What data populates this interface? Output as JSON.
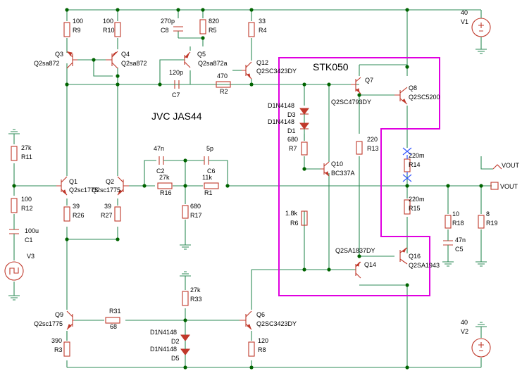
{
  "title": "JVC JAS44",
  "module_label": "STK050",
  "components": [
    {
      "ref": "R9",
      "value": "100"
    },
    {
      "ref": "R10",
      "value": "100"
    },
    {
      "ref": "C8",
      "value": "270p"
    },
    {
      "ref": "R5",
      "value": "820"
    },
    {
      "ref": "R4",
      "value": "33"
    },
    {
      "ref": "V1",
      "value": "40"
    },
    {
      "ref": "Q3",
      "value": "Q2sa872"
    },
    {
      "ref": "Q4",
      "value": "Q2sa872"
    },
    {
      "ref": "Q5",
      "value": "Q2sa872a"
    },
    {
      "ref": "Q12",
      "value": "Q2SC3423DY"
    },
    {
      "ref": "C7",
      "value": "120p"
    },
    {
      "ref": "R2",
      "value": "470"
    },
    {
      "ref": "Q7",
      "value": "Q2SC4793DY"
    },
    {
      "ref": "Q8",
      "value": "Q2SC5200"
    },
    {
      "ref": "D3",
      "value": "D1N4148"
    },
    {
      "ref": "D1",
      "value": "D1N4148"
    },
    {
      "ref": "R7",
      "value": "680"
    },
    {
      "ref": "R13",
      "value": "220"
    },
    {
      "ref": "R14",
      "value": "220m"
    },
    {
      "ref": "Q10",
      "value": "BC337A"
    },
    {
      "ref": "R11",
      "value": "27k"
    },
    {
      "ref": "C2",
      "value": "47n"
    },
    {
      "ref": "C6",
      "value": "5p"
    },
    {
      "ref": "R16",
      "value": "27k"
    },
    {
      "ref": "R1",
      "value": "11k"
    },
    {
      "ref": "Q1",
      "value": "Q2sc1775"
    },
    {
      "ref": "Q2",
      "value": "Q2sc1775"
    },
    {
      "ref": "R12",
      "value": "100"
    },
    {
      "ref": "R26",
      "value": "39"
    },
    {
      "ref": "R27",
      "value": "39"
    },
    {
      "ref": "R17",
      "value": "680"
    },
    {
      "ref": "R15",
      "value": "220m"
    },
    {
      "ref": "C1",
      "value": "100u"
    },
    {
      "ref": "V3",
      "value": ""
    },
    {
      "ref": "R6",
      "value": "1.8k"
    },
    {
      "ref": "R18",
      "value": "10"
    },
    {
      "ref": "R19",
      "value": "8"
    },
    {
      "ref": "C5",
      "value": "47n"
    },
    {
      "ref": "Q14",
      "value": "Q2SA1837DY"
    },
    {
      "ref": "Q16",
      "value": "Q2SA1943"
    },
    {
      "ref": "R33",
      "value": "27k"
    },
    {
      "ref": "Q9",
      "value": "Q2sc1775"
    },
    {
      "ref": "R31",
      "value": "68"
    },
    {
      "ref": "Q6",
      "value": "Q2SC3423DY"
    },
    {
      "ref": "D2",
      "value": "D1N4148"
    },
    {
      "ref": "D5",
      "value": "D1N4148"
    },
    {
      "ref": "R3",
      "value": "390"
    },
    {
      "ref": "R8",
      "value": "120"
    },
    {
      "ref": "V2",
      "value": "40"
    }
  ],
  "labels": {
    "R9": "R9",
    "R9v": "100",
    "R10": "R10",
    "R10v": "100",
    "C8": "C8",
    "C8v": "270p",
    "R5": "R5",
    "R5v": "820",
    "R4": "R4",
    "R4v": "33",
    "V1": "V1",
    "V1v": "40",
    "Q3": "Q3",
    "Q3v": "Q2sa872",
    "Q4": "Q4",
    "Q4v": "Q2sa872",
    "Q5": "Q5",
    "Q5v": "Q2sa872a",
    "Q12": "Q12",
    "Q12v": "Q2SC3423DY",
    "C7": "C7",
    "C7v": "120p",
    "R2": "R2",
    "R2v": "470",
    "Q7": "Q7",
    "Q7v": "Q2SC4793DY",
    "Q8": "Q8",
    "Q8v": "Q2SC5200",
    "D3": "D3",
    "D3v": "D1N4148",
    "D1": "D1",
    "D1v": "D1N4148",
    "R7": "R7",
    "R7v": "680",
    "R13": "R13",
    "R13v": "220",
    "R14": "R14",
    "R14v": "220m",
    "Q10": "Q10",
    "Q10v": "BC337A",
    "R11": "R11",
    "R11v": "27k",
    "C2": "C2",
    "C2v": "47n",
    "C6": "C6",
    "C6v": "5p",
    "R16": "R16",
    "R16v": "27k",
    "R1": "R1",
    "R1v": "11k",
    "Q1": "Q1",
    "Q1v": "Q2sc1775",
    "Q2": "Q2",
    "Q2v": "Q2sc1775",
    "R12": "R12",
    "R12v": "100",
    "R26": "R26",
    "R26v": "39",
    "R27": "R27",
    "R27v": "39",
    "R17": "R17",
    "R17v": "680",
    "R15": "R15",
    "R15v": "220m",
    "C1": "C1",
    "C1v": "100u",
    "V3": "V3",
    "R6": "R6",
    "R6v": "1.8k",
    "R18": "R18",
    "R18v": "10",
    "R19": "R19",
    "R19v": "8",
    "C5": "C5",
    "C5v": "47n",
    "Q14": "Q14",
    "Q14v": "Q2SA1837DY",
    "Q16": "Q16",
    "Q16v": "Q2SA1943",
    "R33": "R33",
    "R33v": "27k",
    "Q9": "Q9",
    "Q9v": "Q2sc1775",
    "R31": "R31",
    "R31v": "68",
    "Q6": "Q6",
    "Q6v": "Q2SC3423DY",
    "D2": "D2",
    "D2v": "D1N4148",
    "D5": "D5",
    "D5v": "D1N4148",
    "R3": "R3",
    "R3v": "390",
    "R8": "R8",
    "R8v": "120",
    "V2": "V2",
    "V2v": "40",
    "VOUT1": "VOUT",
    "VOUT2": "VOUT"
  },
  "colors": {
    "wire": "#2e8b57",
    "component": "#c0392b",
    "module_box": "#e000e0",
    "marker": "#3355ff"
  }
}
